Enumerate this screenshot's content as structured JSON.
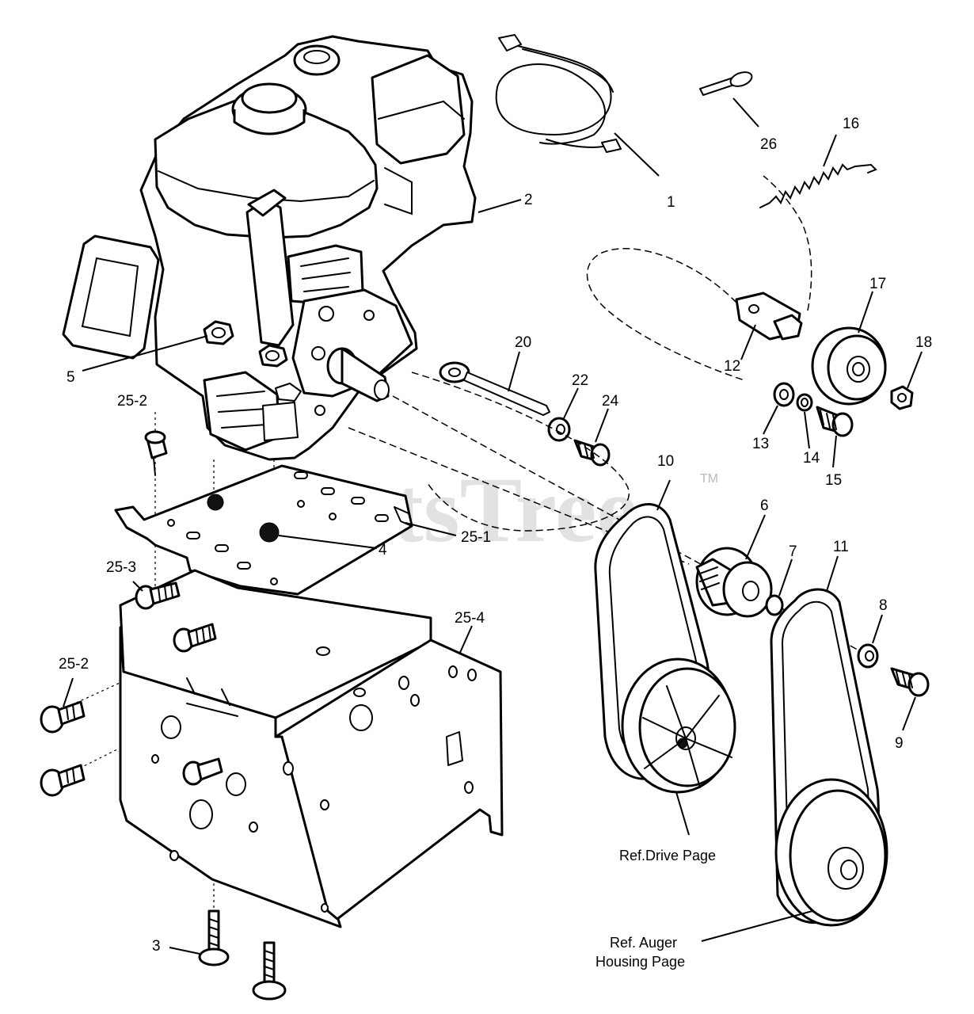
{
  "watermark": {
    "text": "PartsTree",
    "trademark": "TM"
  },
  "callouts": [
    {
      "id": "c1",
      "label": "1"
    },
    {
      "id": "c2",
      "label": "2"
    },
    {
      "id": "c3",
      "label": "3"
    },
    {
      "id": "c4",
      "label": "4"
    },
    {
      "id": "c5",
      "label": "5"
    },
    {
      "id": "c6",
      "label": "6"
    },
    {
      "id": "c7",
      "label": "7"
    },
    {
      "id": "c8",
      "label": "8"
    },
    {
      "id": "c9",
      "label": "9"
    },
    {
      "id": "c10",
      "label": "10"
    },
    {
      "id": "c11",
      "label": "11"
    },
    {
      "id": "c12",
      "label": "12"
    },
    {
      "id": "c13",
      "label": "13"
    },
    {
      "id": "c14",
      "label": "14"
    },
    {
      "id": "c15",
      "label": "15"
    },
    {
      "id": "c16",
      "label": "16"
    },
    {
      "id": "c17",
      "label": "17"
    },
    {
      "id": "c18",
      "label": "18"
    },
    {
      "id": "c20",
      "label": "20"
    },
    {
      "id": "c22",
      "label": "22"
    },
    {
      "id": "c24",
      "label": "24"
    },
    {
      "id": "c25-1",
      "label": "25-1"
    },
    {
      "id": "c25-2a",
      "label": "25-2"
    },
    {
      "id": "c25-2b",
      "label": "25-2"
    },
    {
      "id": "c25-3",
      "label": "25-3"
    },
    {
      "id": "c25-4",
      "label": "25-4"
    },
    {
      "id": "c26",
      "label": "26"
    }
  ],
  "references": {
    "drive": "Ref.Drive Page",
    "auger_line1": "Ref. Auger",
    "auger_line2": "Housing Page"
  }
}
